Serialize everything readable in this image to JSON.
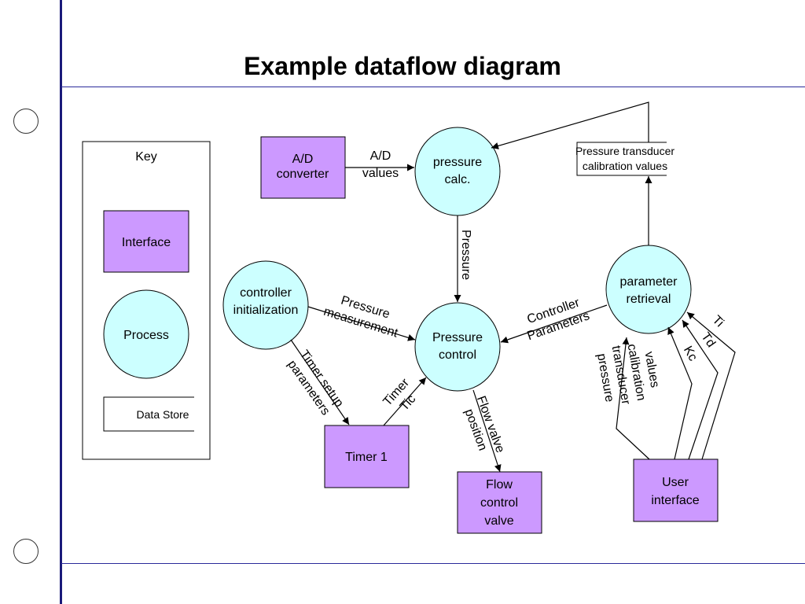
{
  "title": "Example dataflow diagram",
  "colors": {
    "interface_fill": "#cc99ff",
    "process_fill": "#ccffff",
    "stroke": "#000000",
    "page_lines": "#1a1a7a"
  },
  "key": {
    "heading": "Key",
    "interface": "Interface",
    "process": "Process",
    "data_store": "Data Store"
  },
  "nodes": {
    "ad_converter": [
      "A/D",
      "converter"
    ],
    "pressure_calc": [
      "pressure",
      "calc."
    ],
    "transducer_store": [
      "Pressure transducer",
      "calibration values"
    ],
    "controller_init": [
      "controller",
      "initialization"
    ],
    "pressure_control": [
      "Pressure",
      "control"
    ],
    "parameter_retrieval": [
      "parameter",
      "retrieval"
    ],
    "timer1": [
      "Timer 1"
    ],
    "flow_valve": [
      "Flow",
      "control",
      "valve"
    ],
    "user_interface": [
      "User",
      "interface"
    ]
  },
  "flows": {
    "ad_values": [
      "A/D",
      "values"
    ],
    "pressure": [
      "Pressure"
    ],
    "pressure_measurement": [
      "Pressure",
      "measurement"
    ],
    "controller_parameters": [
      "Controller",
      "Parameters"
    ],
    "timer_setup": [
      "Timer setup",
      "parameters"
    ],
    "timer_tic": [
      "Timer",
      "Tic"
    ],
    "flow_valve_position": [
      "Flow valve",
      "position"
    ],
    "calibration_values": [
      "pressure",
      "transducer",
      "calibration",
      "values"
    ],
    "kc": [
      "Kc"
    ],
    "td": [
      "Td"
    ],
    "ti": [
      "Ti"
    ]
  }
}
